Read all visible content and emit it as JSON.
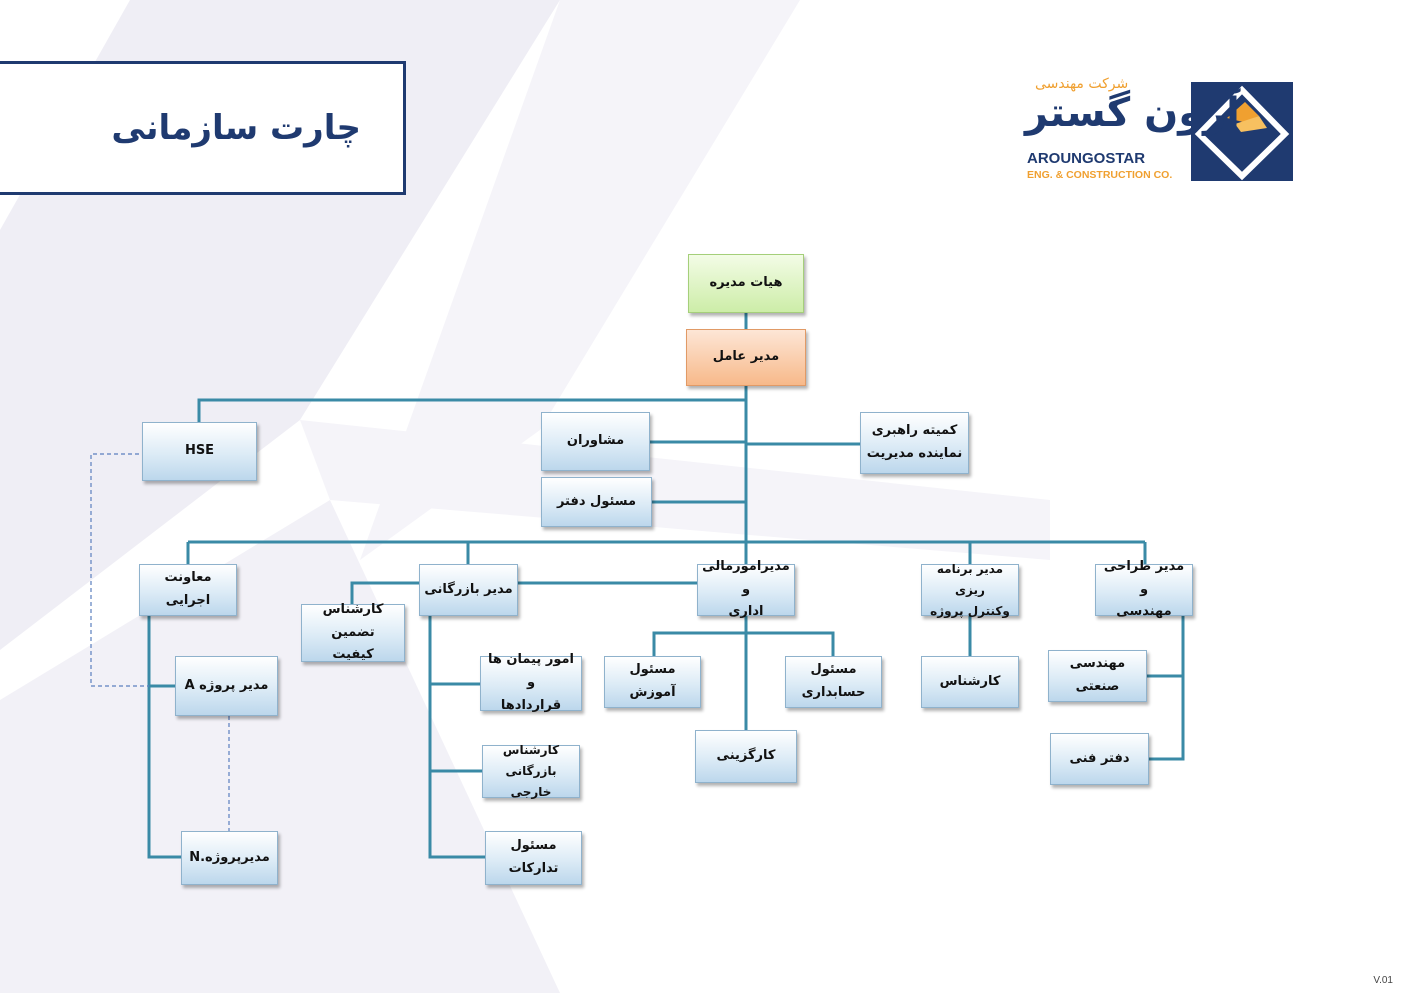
{
  "page": {
    "title": "چارت سازمانی",
    "version": "V.01"
  },
  "logo": {
    "name_fa": "آرون گستر",
    "subtitle_fa": "شرکت مهندسی",
    "name_en": "AROUNGOSTAR",
    "tagline_en": "ENG. & CONSTRUCTION CO."
  },
  "colors": {
    "connector": "#3a8aa6",
    "dashed_connector": "#5b7fbf",
    "title_border": "#1f3a70",
    "board_fill": "#cdeda8",
    "ceo_fill": "#f7b98a",
    "node_fill": "#dcebf6"
  },
  "nodes": {
    "board": "هیات مدیره",
    "ceo": "مدیر عامل",
    "hse": "HSE",
    "advisors": "مشاوران",
    "office": "مسئول دفتر",
    "steering": [
      "کمیته راهبری",
      "نماینده مدیریت"
    ],
    "exec_deputy": "معاونت اجرایی",
    "commercial": "مدیر بازرگانی",
    "finance_admin": [
      "مدیرامورمالی و",
      "اداری"
    ],
    "planning": [
      "مدیر برنامه ریزی",
      "وکنترل پروژه"
    ],
    "design": [
      "مدیر طراحی و",
      "مهندسی"
    ],
    "pm_a": "مدیر پروژه A",
    "pm_n": "مدیرپروژه.N",
    "qa": [
      "کارشناس تضمین",
      "کیفیت"
    ],
    "contracts": [
      "امور پیمان ها و",
      "قراردادها"
    ],
    "foreign_trade": [
      "کارشناس بازرگانی",
      "خارجی"
    ],
    "procurement": "مسئول تدارکات",
    "training": "مسئول آموزش",
    "accounting": [
      "مسئول",
      "حسابداری"
    ],
    "hr": "کارگزینی",
    "planning_expert": "کارشناس",
    "industrial_eng": "مهندسی صنعتی",
    "tech_office": "دفتر فنی"
  }
}
